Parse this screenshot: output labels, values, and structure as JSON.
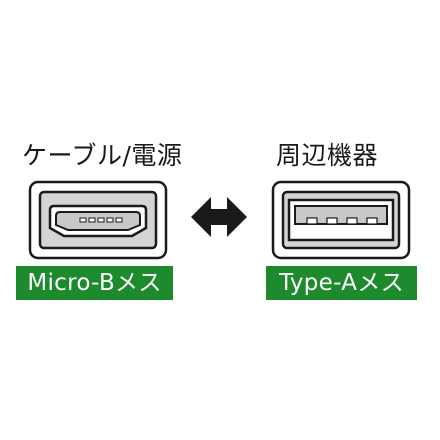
{
  "left": {
    "title": "ケーブル/電源",
    "connector_label": "Micro-Bメス",
    "connector_icon": "micro-b-female-port-icon"
  },
  "right": {
    "title": "周辺機器",
    "connector_label": "Type-Aメス",
    "connector_icon": "usb-type-a-female-port-icon"
  },
  "arrow_icon": "double-headed-arrow-icon",
  "colors": {
    "label_background": "#1e8a2e",
    "label_text": "#ffffff",
    "outline": "#1a1a1a",
    "port_gray": "#c8c8c8"
  }
}
